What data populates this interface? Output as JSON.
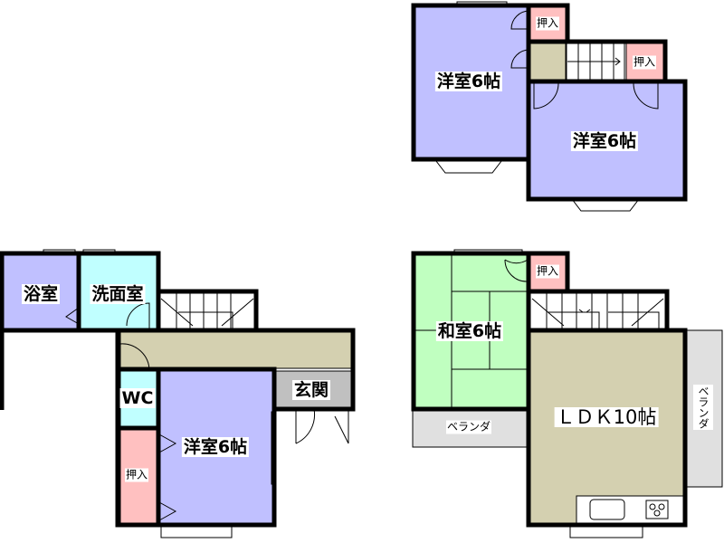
{
  "upper_floor": {
    "room_west": "洋室6帖",
    "room_east": "洋室6帖",
    "closet_1": "押入",
    "closet_2": "押入"
  },
  "lower_floor_1": {
    "bath": "浴室",
    "washroom": "洗面室",
    "wc": "WC",
    "entrance": "玄関",
    "bedroom": "洋室6帖",
    "closet": "押入"
  },
  "lower_floor_2": {
    "japanese_room": "和室6帖",
    "closet": "押入",
    "ldk": "ＬＤＫ10帖",
    "veranda_south": "ベランダ",
    "veranda_east": "ベランダ"
  },
  "colors": {
    "western_room": "#c0c0ff",
    "washroom": "#c0ffff",
    "closet": "#ffc0c0",
    "hall": "#d4d0b0",
    "tatami": "#c0ffc0",
    "entrance": "#c0c0c0",
    "veranda": "#e0e0e0"
  }
}
